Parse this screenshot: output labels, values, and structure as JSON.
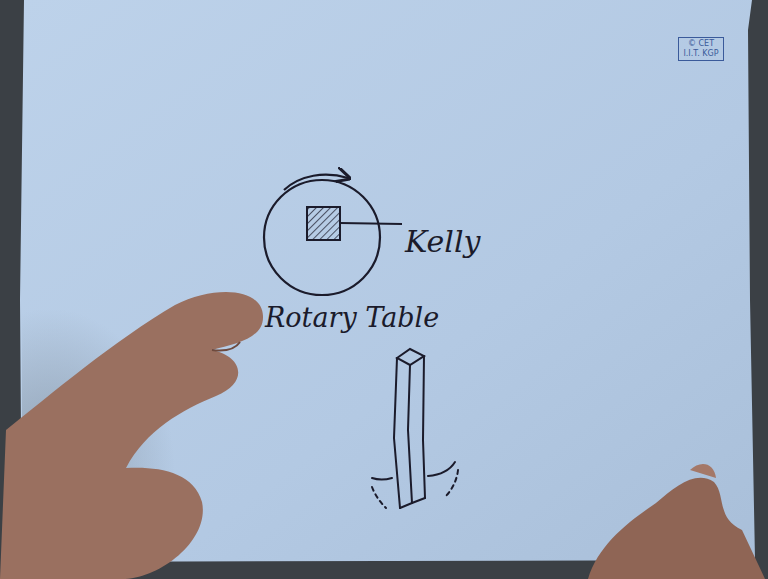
{
  "diagram": {
    "nodes": [
      {
        "text": [
          "Rotary Table"
        ]
      }
    ],
    "labels": [
      "© CET I.I.T. KGP",
      "Kelly"
    ]
  }
}
